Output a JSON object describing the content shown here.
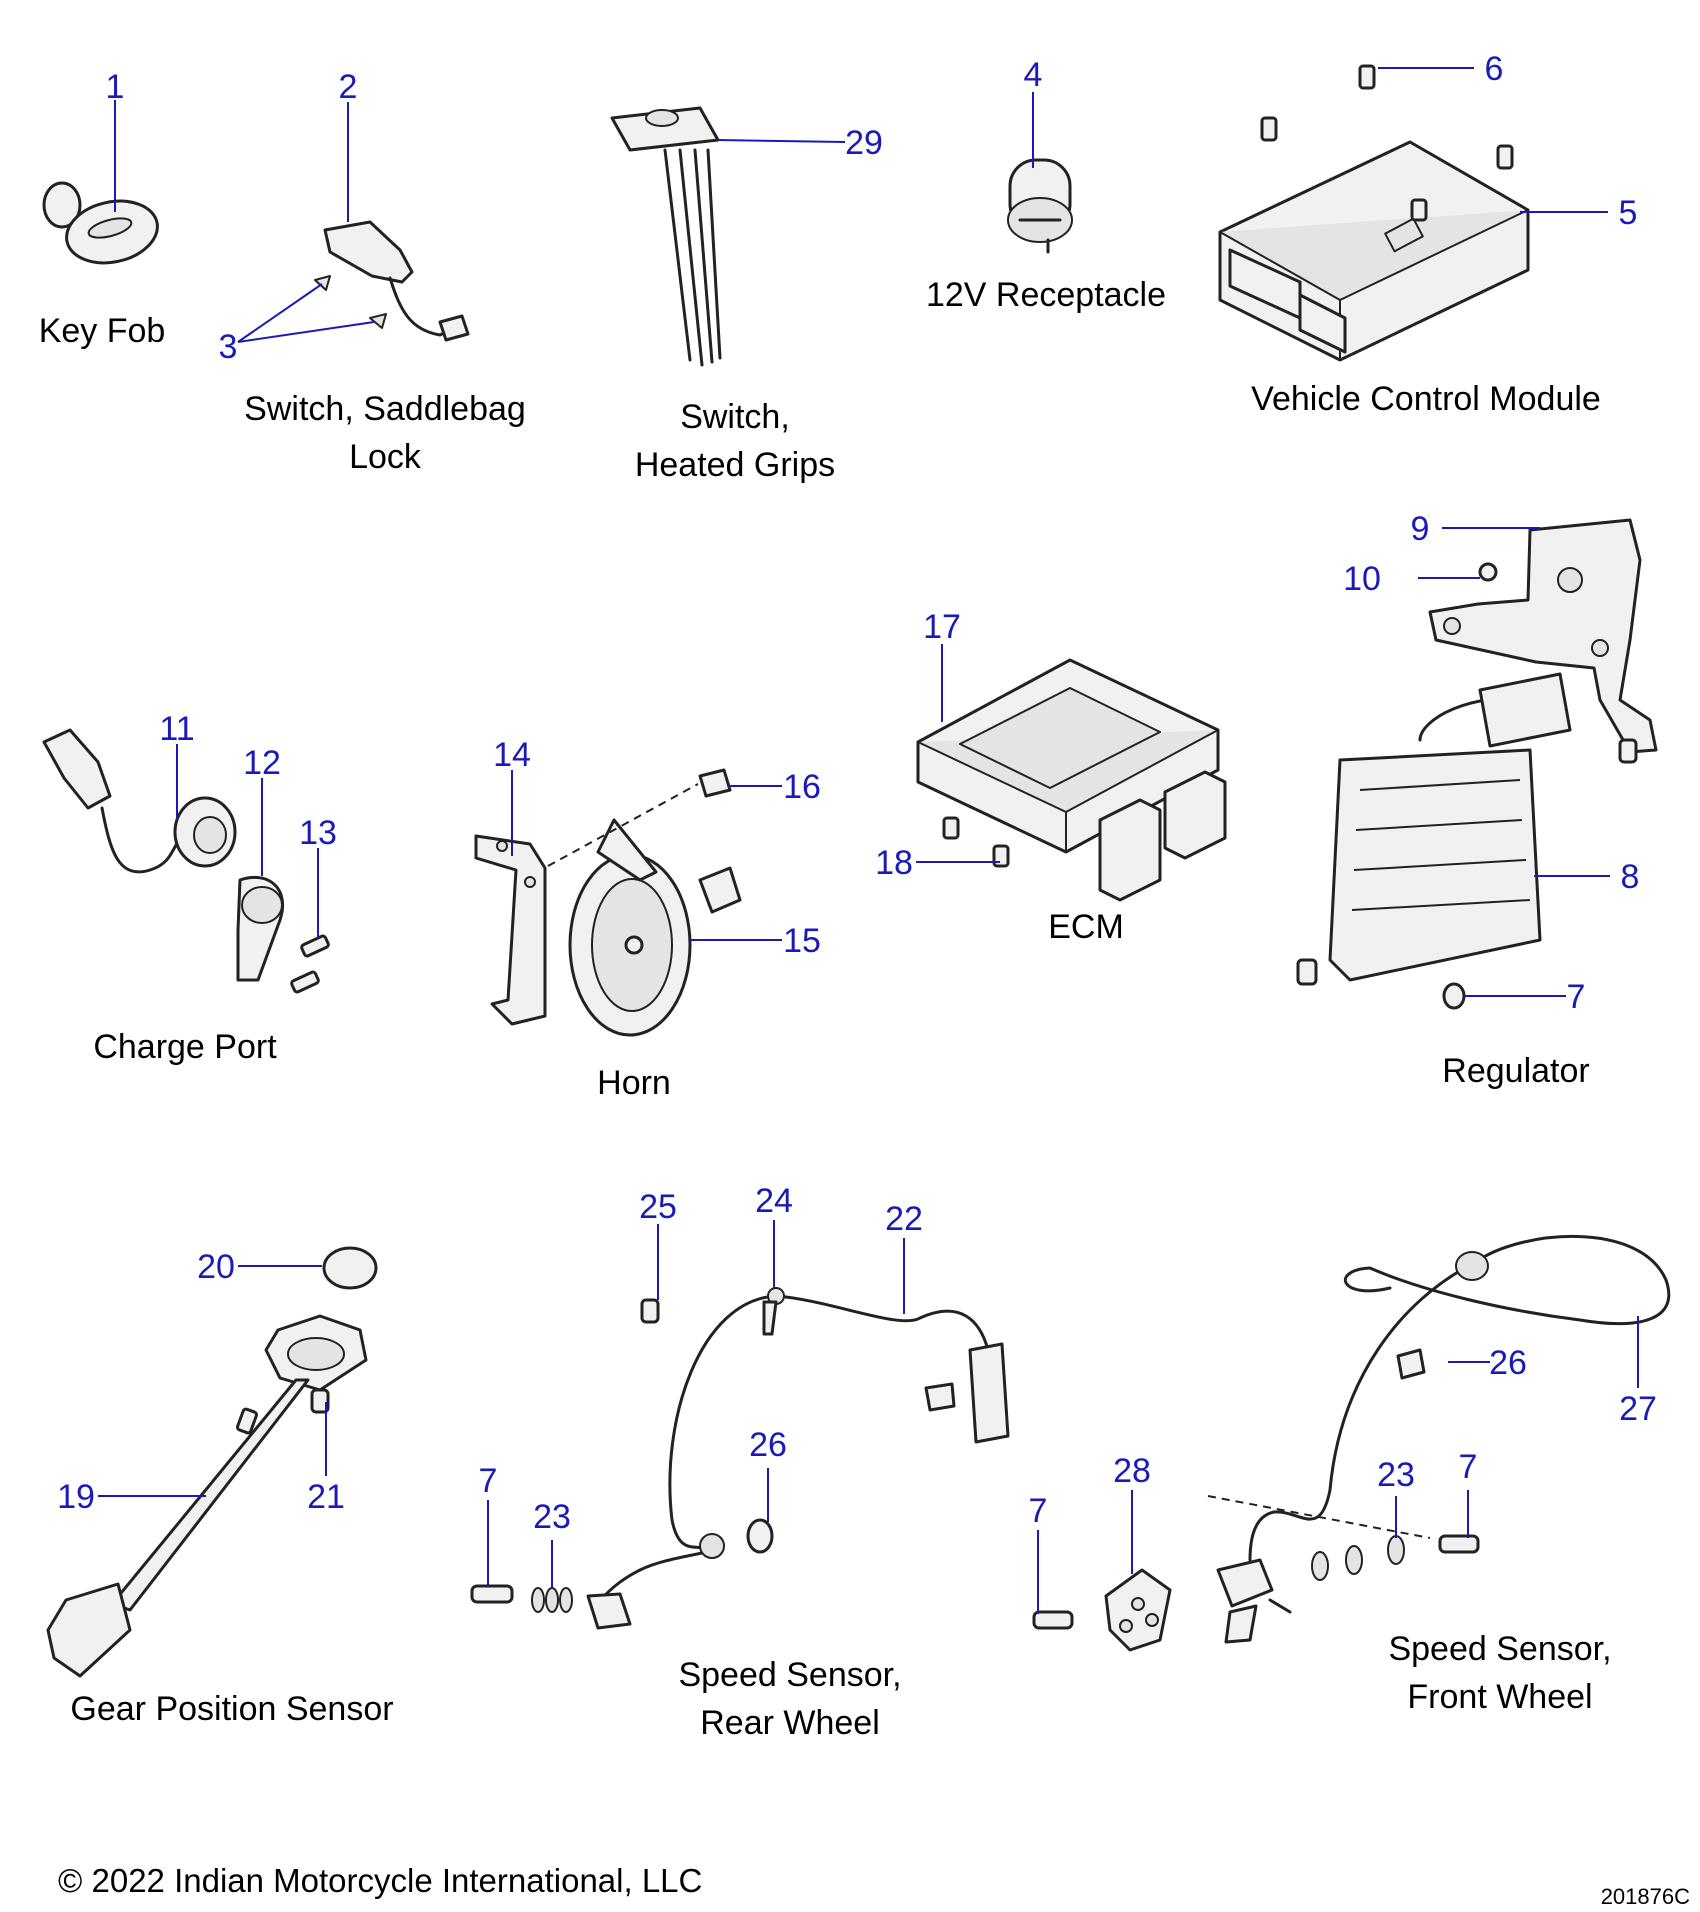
{
  "parts": {
    "key_fob": "Key Fob",
    "saddlebag_switch": [
      "Switch, Saddlebag",
      "Lock"
    ],
    "heated_grips_switch": [
      "Switch,",
      "Heated Grips"
    ],
    "receptacle_12v": "12V Receptacle",
    "vcm": "Vehicle Control Module",
    "charge_port": "Charge Port",
    "horn": "Horn",
    "ecm": "ECM",
    "regulator": "Regulator",
    "gear_position_sensor": "Gear Position Sensor",
    "rear_speed_sensor": [
      "Speed Sensor,",
      "Rear Wheel"
    ],
    "front_speed_sensor": [
      "Speed Sensor,",
      "Front Wheel"
    ]
  },
  "callouts": {
    "c1": "1",
    "c2": "2",
    "c3": "3",
    "c4": "4",
    "c5": "5",
    "c6": "6",
    "c7a": "7",
    "c7b": "7",
    "c7c": "7",
    "c7d": "7",
    "c8": "8",
    "c9": "9",
    "c10": "10",
    "c11": "11",
    "c12": "12",
    "c13": "13",
    "c14": "14",
    "c15": "15",
    "c16": "16",
    "c17": "17",
    "c18": "18",
    "c19": "19",
    "c20": "20",
    "c21": "21",
    "c22": "22",
    "c23a": "23",
    "c23b": "23",
    "c24": "24",
    "c25": "25",
    "c26a": "26",
    "c26b": "26",
    "c27": "27",
    "c28": "28",
    "c29": "29"
  },
  "footer": {
    "copyright": "© 2022 Indian Motorcycle International, LLC",
    "figure_id": "201876C"
  },
  "colors": {
    "callout": "#1a1ab8",
    "label": "#000000",
    "line_art": "#222222"
  }
}
